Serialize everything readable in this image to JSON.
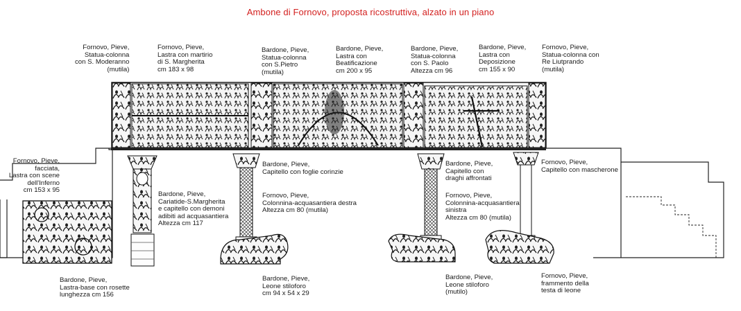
{
  "title": "Ambone di Fornovo, proposta ricostruttiva, alzato in un piano",
  "labels": {
    "statua_moderanno": [
      "Fornovo, Pieve,",
      "Statua-colonna",
      "con S. Moderanno",
      "(mutila)"
    ],
    "lastra_margherita": [
      "Fornovo, Pieve,",
      "Lastra con martirio",
      "di S. Margherita",
      "cm 183 x 98"
    ],
    "statua_pietro": [
      "Bardone, Pieve,",
      "Statua-colonna",
      "con S.Pietro",
      "(mutila)"
    ],
    "lastra_beatificazione": [
      "Bardone, Pieve,",
      "Lastra con",
      "Beatificazione",
      "cm 200 x 95"
    ],
    "statua_paolo": [
      "Bardone, Pieve,",
      "Statua-colonna",
      "con S. Paolo",
      "Altezza cm 96"
    ],
    "lastra_deposizione": [
      "Bardone, Pieve,",
      "Lastra con",
      "Deposizione",
      "cm 155 x 90"
    ],
    "statua_liutprando": [
      "Fornovo, Pieve,",
      "Statua-colonna con",
      "Re Liutprando",
      "(mutila)"
    ],
    "lastra_inferno": [
      "Fornovo, Pieve,",
      "facciata,",
      "Lastra con scene",
      "dell'Inferno",
      "cm 153 x 95"
    ],
    "cariatide": [
      "Bardone, Pieve,",
      "Cariatide-S.Margherita",
      "e capitello con demoni",
      "adibiti ad acquasantiera",
      "Altezza cm 117"
    ],
    "capitello_corinzie": [
      "Bardone, Pieve,",
      "Capitello con foglie corinzie"
    ],
    "colonnina_destra": [
      "Fornovo, Pieve,",
      "Colonnina-acquasantiera destra",
      "Altezza cm 80 (mutila)"
    ],
    "capitello_draghi": [
      "Bardone, Pieve,",
      "Capitello con",
      "draghi affrontati"
    ],
    "capitello_mascherone": [
      "Fornovo, Pieve,",
      "Capitello con mascherone"
    ],
    "colonnina_sinistra": [
      "Fornovo, Pieve,",
      "Colonnina-acquasantiera",
      "sinistra",
      "Altezza cm 80 (mutila)"
    ],
    "lastra_base": [
      "Bardone, Pieve,",
      "Lastra-base con rosette",
      "lunghezza cm 156"
    ],
    "leone_stiloforo_1": [
      "Bardone, Pieve,",
      "Leone stiloforo",
      "cm 94 x 54 x 29"
    ],
    "leone_stiloforo_2": [
      "Bardone, Pieve,",
      "Leone stiloforo",
      "(mutilo)"
    ],
    "frammento_leone": [
      "Fornovo, Pieve,",
      "frammento della",
      "testa di leone"
    ]
  }
}
